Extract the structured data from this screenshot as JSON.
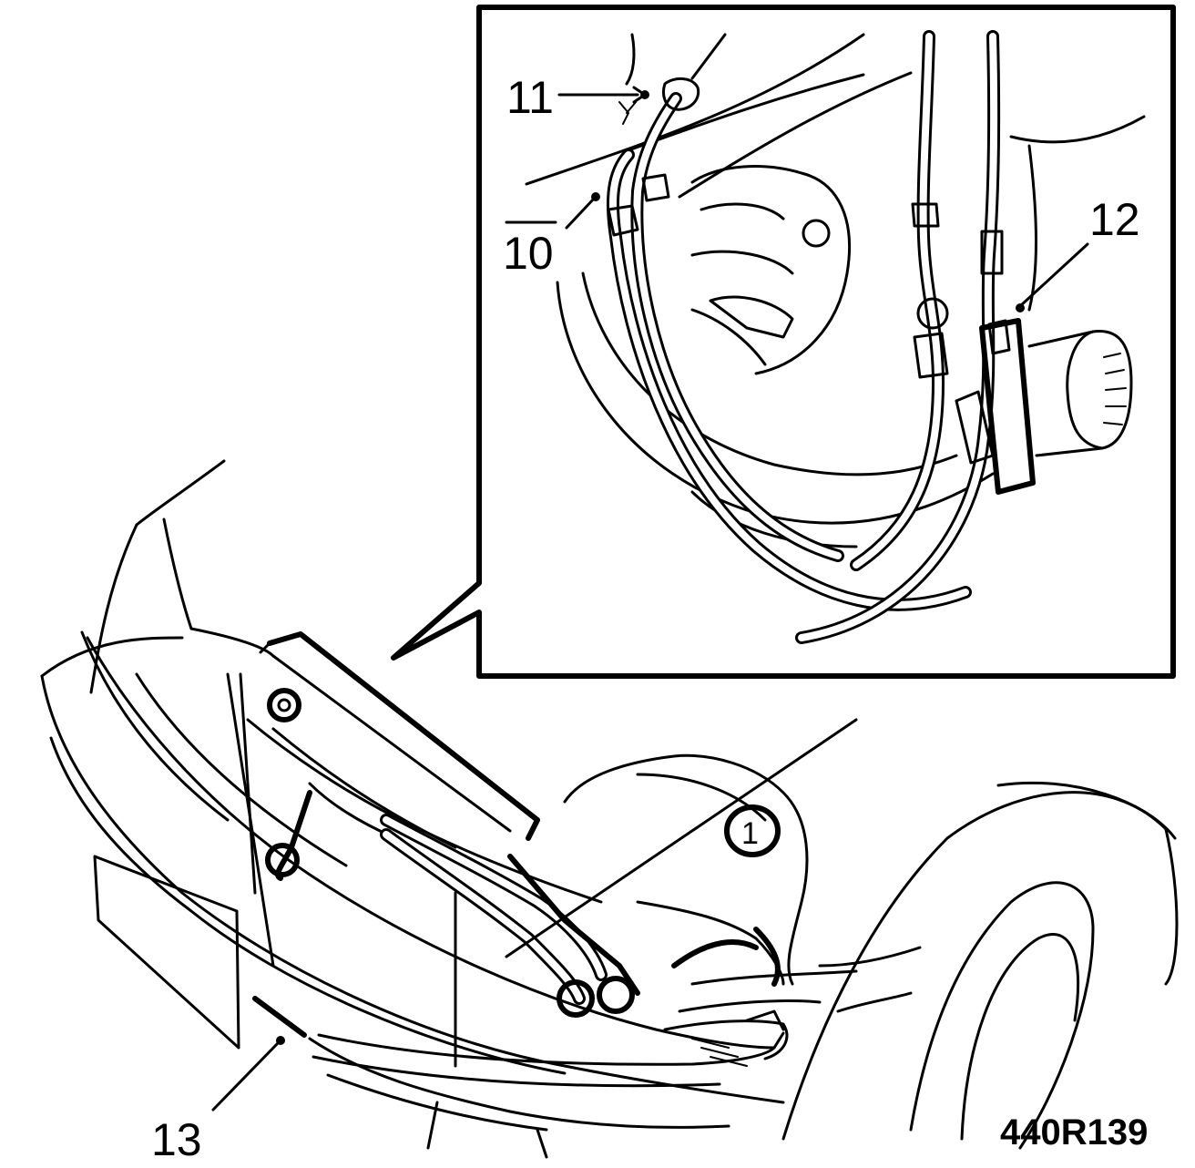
{
  "callouts": {
    "c10": "10",
    "c11": "11",
    "c12": "12",
    "c13": "13",
    "c1": "1"
  },
  "figure_code": "440R139"
}
